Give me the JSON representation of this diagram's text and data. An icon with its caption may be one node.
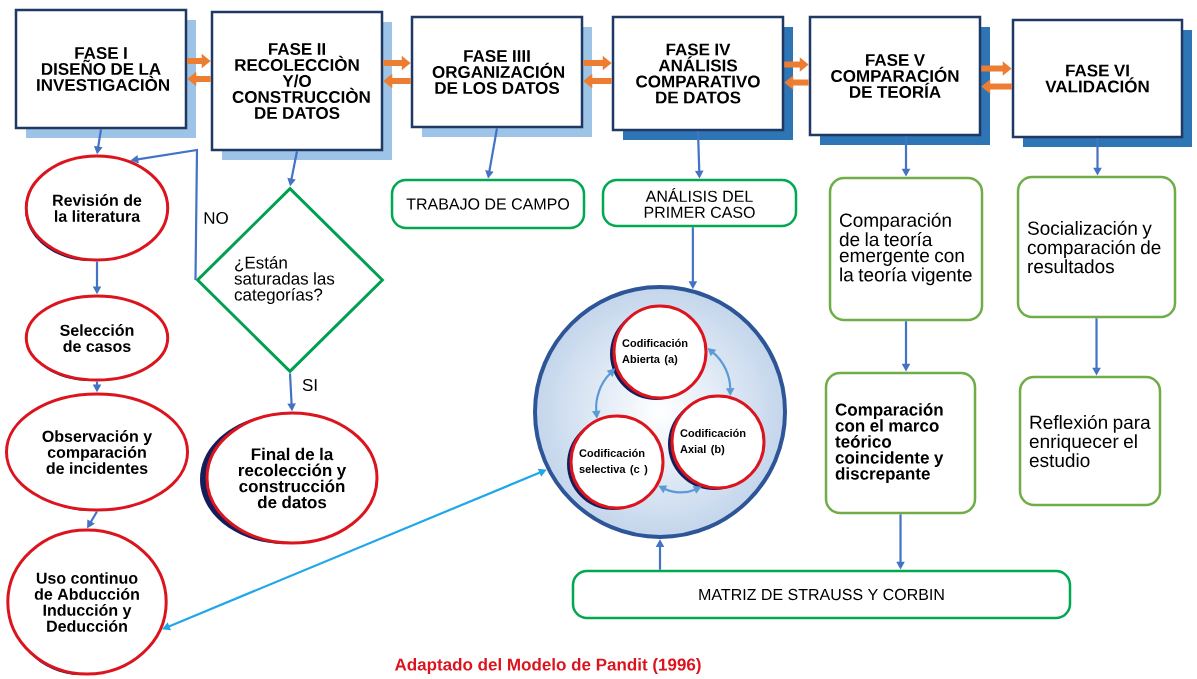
{
  "diagram": {
    "caption": "Adaptado del Modelo de Pandit (1996)",
    "nodes": [
      {
        "text": [
          "FASE I DISEÑO DE LA INVESTIGACIÒN"
        ]
      },
      {
        "text": [
          "FASE II RECOLECCIÒN Y/O CONSTRUCCIÒN DE DATOS"
        ]
      },
      {
        "text": [
          "FASE IIII ORGANIZACIÓN DE LOS DATOS"
        ]
      },
      {
        "text": [
          "FASE IV ANÁLISIS COMPARATIVO DE DATOS"
        ]
      },
      {
        "text": [
          "FASE V COMPARACIÓN DE TEORÍA"
        ]
      },
      {
        "text": [
          "FASE VI VALIDACIÓN"
        ]
      },
      {
        "text": [
          "Revisión de la literatura"
        ]
      },
      {
        "text": [
          "Selección de casos"
        ]
      },
      {
        "text": [
          "Observación y comparación de incidentes"
        ]
      },
      {
        "text": [
          "Uso continuo de Abducción Inducción y Deducción"
        ]
      },
      {
        "text": [
          "¿Están saturadas las categorías?"
        ]
      },
      {
        "text": [
          "Final de la recolección y construcción de datos"
        ]
      },
      {
        "text": [
          "TRABAJO DE CAMPO"
        ]
      },
      {
        "text": [
          "ANÁLISIS DEL PRIMER CASO"
        ]
      },
      {
        "text": [],
        "shape": "circle"
      },
      {
        "text": [
          "Codificación Abierta (a)"
        ],
        "in": 14
      },
      {
        "text": [
          "Codificación Axial (b)"
        ],
        "in": 14
      },
      {
        "text": [
          "Codificación selectiva (c )"
        ],
        "in": 14
      },
      {
        "text": [
          "Comparación de la teoría emergente con la teoría vigente"
        ]
      },
      {
        "text": [
          "Comparación con el marco teórico coincidente y discrepante"
        ]
      },
      {
        "text": [
          "Socialización y comparación de resultados"
        ]
      },
      {
        "text": [
          "Reflexión para enriquecer el estudio"
        ]
      },
      {
        "text": [
          "MATRIZ DE STRAUSS Y CORBIN"
        ]
      }
    ],
    "edges": [
      {
        "from": 0,
        "to": 1,
        "arrow": "to",
        "style": "thick",
        "color": "#ed7d31"
      },
      {
        "from": 1,
        "to": 0,
        "arrow": "to",
        "style": "thick",
        "color": "#ed7d31"
      },
      {
        "from": 1,
        "to": 2,
        "arrow": "to",
        "style": "thick",
        "color": "#ed7d31"
      },
      {
        "from": 2,
        "to": 1,
        "arrow": "to",
        "style": "thick",
        "color": "#ed7d31"
      },
      {
        "from": 2,
        "to": 3,
        "arrow": "to",
        "style": "thick",
        "color": "#ed7d31"
      },
      {
        "from": 3,
        "to": 2,
        "arrow": "to",
        "style": "thick",
        "color": "#ed7d31"
      },
      {
        "from": 3,
        "to": 4,
        "arrow": "to",
        "style": "thick",
        "color": "#ed7d31"
      },
      {
        "from": 4,
        "to": 3,
        "arrow": "to",
        "style": "thick",
        "color": "#ed7d31"
      },
      {
        "from": 4,
        "to": 5,
        "arrow": "to",
        "style": "thick",
        "color": "#ed7d31"
      },
      {
        "from": 5,
        "to": 4,
        "arrow": "to",
        "style": "thick",
        "color": "#ed7d31"
      },
      {
        "from": 0,
        "to": 6,
        "arrow": "to"
      },
      {
        "from": 6,
        "to": 7,
        "arrow": "to"
      },
      {
        "from": 7,
        "to": 8,
        "arrow": "to"
      },
      {
        "from": 8,
        "to": 9,
        "arrow": "to"
      },
      {
        "from": 1,
        "to": 10,
        "arrow": "to"
      },
      {
        "from": 10,
        "to": 6,
        "arrow": "to",
        "label": "NO"
      },
      {
        "from": 10,
        "to": 11,
        "arrow": "to",
        "label": "SI"
      },
      {
        "from": 2,
        "to": 12,
        "arrow": "to"
      },
      {
        "from": 3,
        "to": 13,
        "arrow": "to"
      },
      {
        "from": 13,
        "to": 14,
        "arrow": "to"
      },
      {
        "from": 4,
        "to": 18,
        "arrow": "to"
      },
      {
        "from": 18,
        "to": 19,
        "arrow": "to"
      },
      {
        "from": 19,
        "to": 22,
        "arrow": "to"
      },
      {
        "from": 22,
        "to": 14,
        "arrow": "to"
      },
      {
        "from": 5,
        "to": 20,
        "arrow": "to"
      },
      {
        "from": 20,
        "to": 21,
        "arrow": "to"
      },
      {
        "from": 14,
        "to": 9,
        "arrow": "both",
        "color": "#1fa7e8"
      },
      {
        "from": 15,
        "to": 16,
        "arrow": "both",
        "color": "#5b9bd5"
      },
      {
        "from": 16,
        "to": 17,
        "arrow": "both",
        "color": "#5b9bd5"
      },
      {
        "from": 17,
        "to": 15,
        "arrow": "both",
        "color": "#5b9bd5"
      }
    ]
  }
}
